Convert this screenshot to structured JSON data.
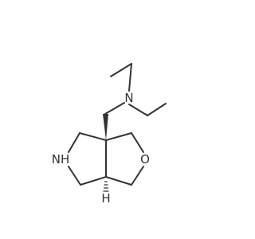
{
  "molecule": {
    "atoms": {
      "amine_nitrogen": {
        "label": "N"
      },
      "ring_nh": {
        "label": "NH"
      },
      "ring_oxygen": {
        "label": "O"
      },
      "stereo_h": {
        "label": "H"
      }
    }
  }
}
